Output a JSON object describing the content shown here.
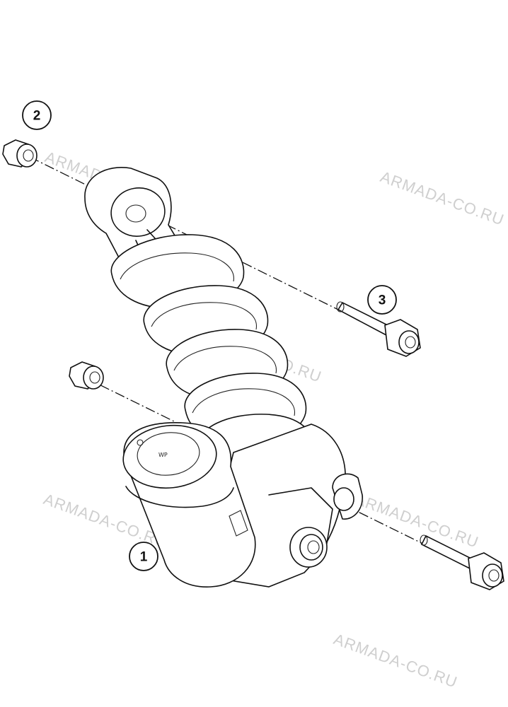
{
  "callouts": [
    {
      "id": "1",
      "label": "1"
    },
    {
      "id": "2",
      "label": "2"
    },
    {
      "id": "3",
      "label": "3"
    }
  ],
  "watermark": "ARMADA-CO.RU",
  "reservoir_cap_text": "WP"
}
